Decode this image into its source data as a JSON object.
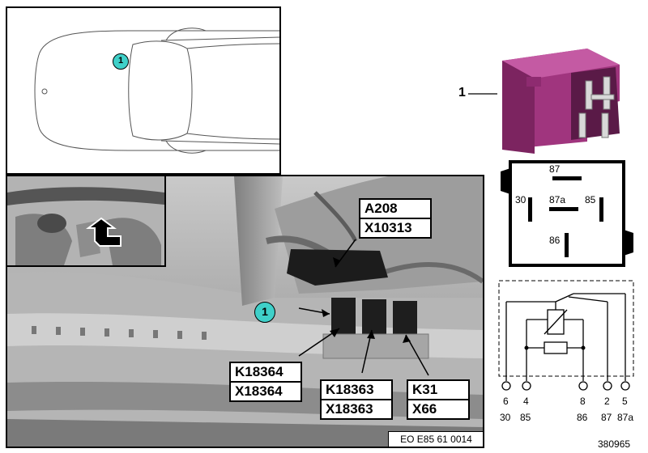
{
  "top_view": {
    "callout": "1"
  },
  "photo": {
    "callout": "1",
    "labels": {
      "a208": "A208",
      "x10313": "X10313",
      "k18364": "K18364",
      "x18364": "X18364",
      "k18363": "K18363",
      "x18363": "X18363",
      "k31": "K31",
      "x66": "X66"
    },
    "caption": "EO E85 61 0014"
  },
  "relay": {
    "part_number": "1"
  },
  "pin_layout": {
    "pins": [
      "87",
      "30",
      "87a",
      "85",
      "86"
    ]
  },
  "schematic": {
    "pin_numbers": [
      "6",
      "4",
      "8",
      "2",
      "5"
    ],
    "terminal_names": [
      "30",
      "85",
      "86",
      "87",
      "87a"
    ]
  },
  "diagram_id": "380965",
  "colors": {
    "callout": "#3fd0c9",
    "relay_body": "#a0357e",
    "photo_gray": "#9a9a9a"
  }
}
